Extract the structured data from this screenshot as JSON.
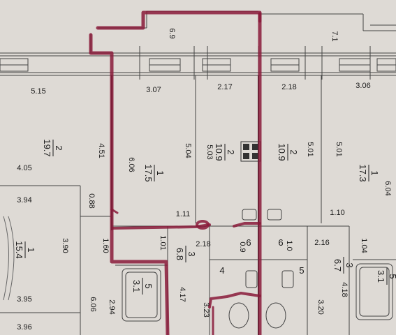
{
  "dimensions_h": [
    {
      "id": "d-6-9",
      "text": "6.9",
      "rot": 90
    },
    {
      "id": "d-7-1",
      "text": "7.1",
      "rot": 90
    },
    {
      "id": "d-5-15",
      "text": "5.15",
      "rot": 0
    },
    {
      "id": "d-3-07",
      "text": "3.07",
      "rot": 0
    },
    {
      "id": "d-2-17",
      "text": "2.17",
      "rot": 0
    },
    {
      "id": "d-2-18a",
      "text": "2.18",
      "rot": 0
    },
    {
      "id": "d-3-06",
      "text": "3.06",
      "rot": 0
    },
    {
      "id": "d-4-05",
      "text": "4.05",
      "rot": 0
    },
    {
      "id": "d-3-94",
      "text": "3.94",
      "rot": 0
    },
    {
      "id": "d-3-95",
      "text": "3.95",
      "rot": 0
    },
    {
      "id": "d-3-96",
      "text": "3.96",
      "rot": 0
    },
    {
      "id": "d-1-11",
      "text": "1.11",
      "rot": 0
    },
    {
      "id": "d-1-10",
      "text": "1.10",
      "rot": 0
    },
    {
      "id": "d-2-18b",
      "text": "2.18",
      "rot": 0
    },
    {
      "id": "d-2-16",
      "text": "2.16",
      "rot": 0
    },
    {
      "id": "d-1-60",
      "text": "1.60",
      "rot": 90
    },
    {
      "id": "d-0-88",
      "text": "0.88",
      "rot": 90
    },
    {
      "id": "d-4-51",
      "text": "4.51",
      "rot": 90
    },
    {
      "id": "d-6-06a",
      "text": "6.06",
      "rot": 90
    },
    {
      "id": "d-5-04",
      "text": "5.04",
      "rot": 90
    },
    {
      "id": "d-5-03",
      "text": "5.03",
      "rot": 90
    },
    {
      "id": "d-5-01a",
      "text": "5.01",
      "rot": 90
    },
    {
      "id": "d-5-01b",
      "text": "5.01",
      "rot": 90
    },
    {
      "id": "d-3-90",
      "text": "3.90",
      "rot": 90
    },
    {
      "id": "d-1-01",
      "text": "1.01",
      "rot": 90
    },
    {
      "id": "d-1-04",
      "text": "1.04",
      "rot": 90
    },
    {
      "id": "d-2-94",
      "text": "2.94",
      "rot": 90
    },
    {
      "id": "d-4-17",
      "text": "4.17",
      "rot": 90
    },
    {
      "id": "d-6-06b",
      "text": "6.06",
      "rot": 90
    },
    {
      "id": "d-3-23",
      "text": "3.23",
      "rot": 90
    },
    {
      "id": "d-3-20",
      "text": "3.20",
      "rot": 90
    },
    {
      "id": "d-4-18",
      "text": "4.18",
      "rot": 90
    },
    {
      "id": "d-0-9",
      "text": "0.9",
      "rot": 90
    },
    {
      "id": "d-1-0",
      "text": "1.0",
      "rot": 90
    },
    {
      "id": "d-6-04",
      "text": "6.04",
      "rot": 90
    }
  ],
  "rooms": [
    {
      "id": "room-2-19-7",
      "num": "2",
      "area": "19.7"
    },
    {
      "id": "room-1-17-5",
      "num": "1",
      "area": "17.5"
    },
    {
      "id": "room-2-10-9a",
      "num": "2",
      "area": "10.9"
    },
    {
      "id": "room-2-10-9b",
      "num": "2",
      "area": "10.9"
    },
    {
      "id": "room-1-17-3",
      "num": "1",
      "area": "17.3"
    },
    {
      "id": "room-1-15-4",
      "num": "1",
      "area": "15.4"
    },
    {
      "id": "room-3-6-8",
      "num": "3",
      "area": "6.8"
    },
    {
      "id": "room-3-6-7",
      "num": "3",
      "area": "6.7"
    },
    {
      "id": "room-5-3-1a",
      "num": "5",
      "area": "3.1"
    },
    {
      "id": "room-5-3-1b",
      "num": "5",
      "area": "3.1"
    },
    {
      "id": "room-6-a",
      "num": "6",
      "area": ""
    },
    {
      "id": "room-6-b",
      "num": "6",
      "area": ""
    },
    {
      "id": "room-4",
      "num": "4",
      "area": ""
    },
    {
      "id": "room-5",
      "num": "5",
      "area": ""
    }
  ]
}
